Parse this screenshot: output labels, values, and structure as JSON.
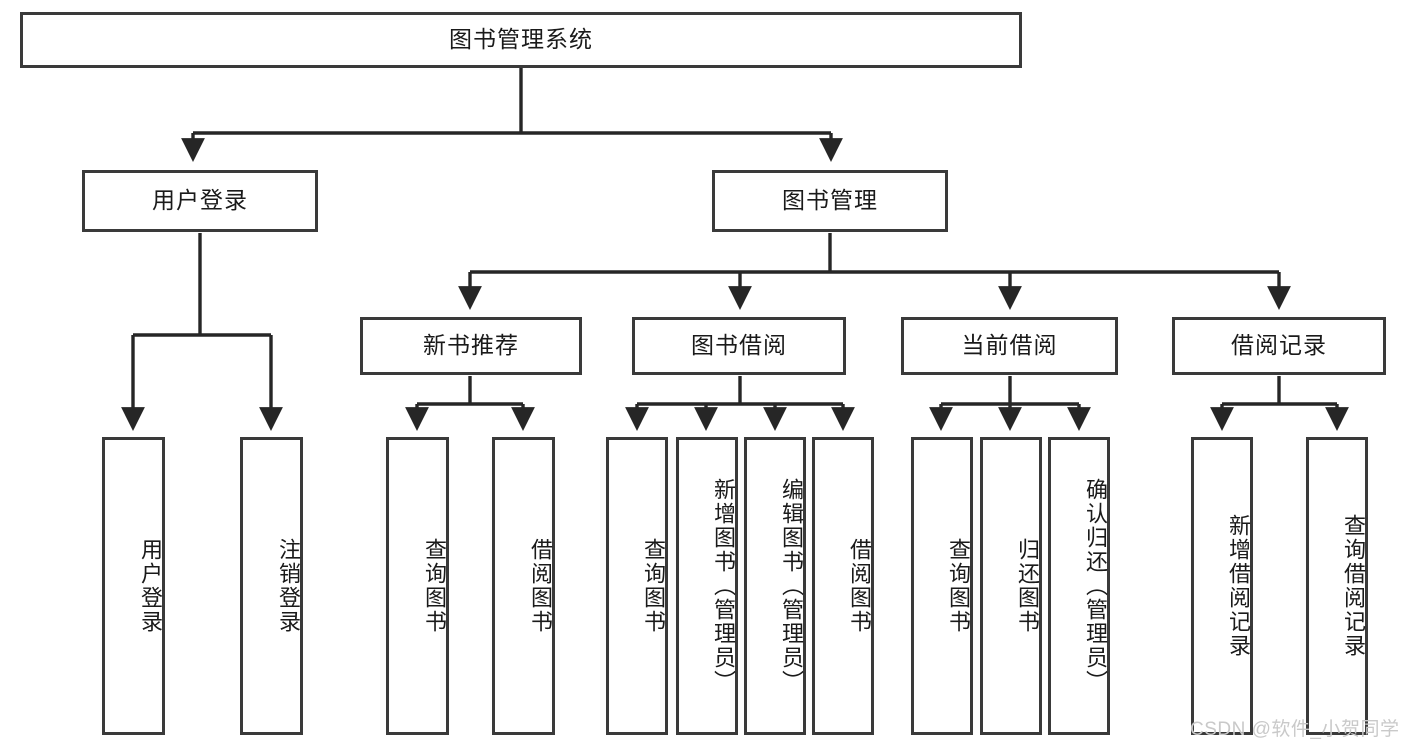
{
  "diagram": {
    "title": "图书管理系统",
    "type": "hierarchy-tree",
    "watermark": "CSDN @软件_小贺同学",
    "colors": {
      "box_border": "#3a3a3a",
      "box_fill": "#ffffff",
      "line": "#262626",
      "text": "#1a1a1a",
      "watermark": "#c9c9c9"
    },
    "levels": {
      "root": {
        "label": "图书管理系统"
      },
      "level2": [
        {
          "label": "用户登录"
        },
        {
          "label": "图书管理"
        }
      ],
      "level3": [
        {
          "label": "新书推荐"
        },
        {
          "label": "图书借阅"
        },
        {
          "label": "当前借阅"
        },
        {
          "label": "借阅记录"
        }
      ],
      "leaves": {
        "user_login": [
          {
            "label": "用户登录"
          },
          {
            "label": "注销登录"
          }
        ],
        "new_book_recommend": [
          {
            "label": "查询图书"
          },
          {
            "label": "借阅图书"
          }
        ],
        "book_borrow": [
          {
            "label": "查询图书"
          },
          {
            "label": "新增图书（管理员）"
          },
          {
            "label": "编辑图书（管理员）"
          },
          {
            "label": "借阅图书"
          }
        ],
        "current_borrow": [
          {
            "label": "查询图书"
          },
          {
            "label": "归还图书"
          },
          {
            "label": "确认归还（管理员）"
          }
        ],
        "borrow_record": [
          {
            "label": "新增借阅记录"
          },
          {
            "label": "查询借阅记录"
          }
        ]
      }
    }
  }
}
